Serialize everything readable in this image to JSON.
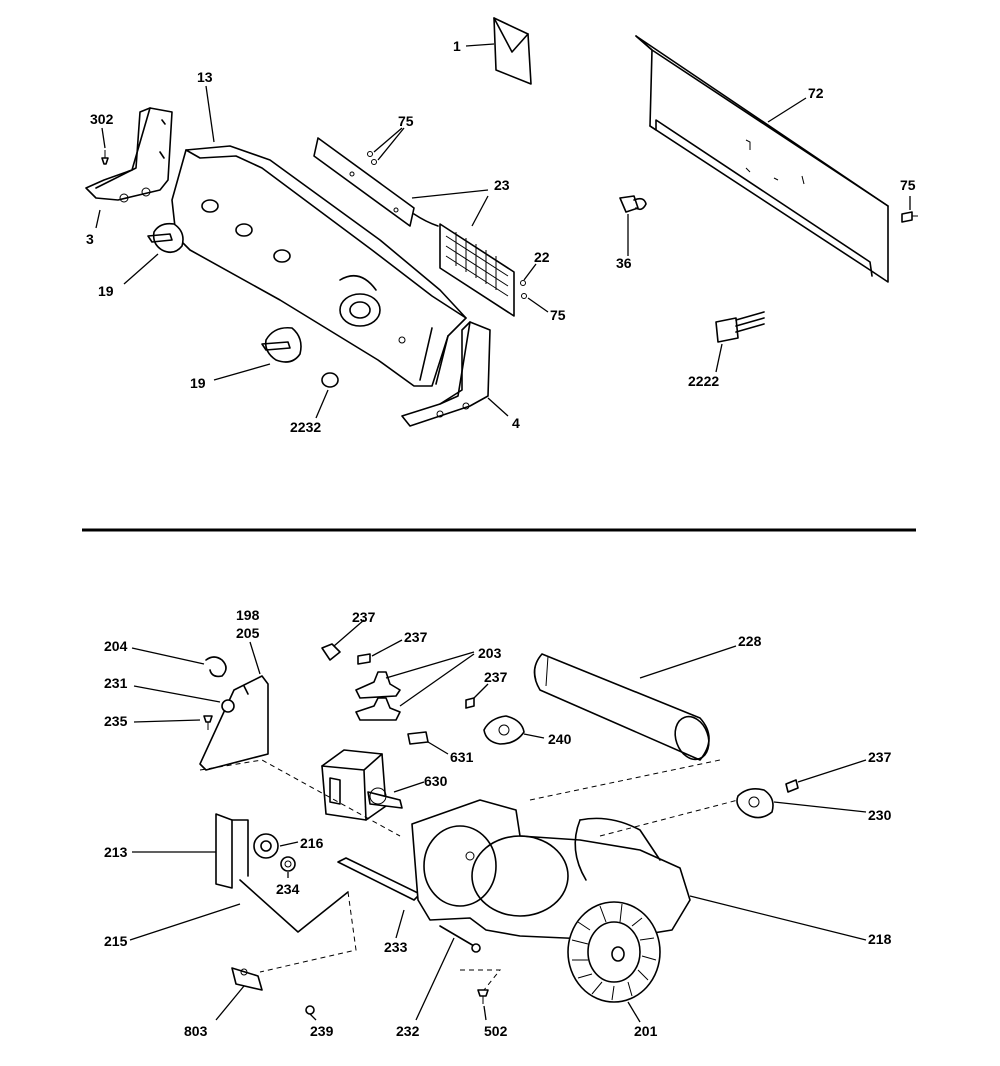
{
  "top_section": {
    "labels": {
      "l1": "1",
      "l13": "13",
      "l302": "302",
      "l3": "3",
      "l19a": "19",
      "l19b": "19",
      "l2232": "2232",
      "l4": "4",
      "l75a": "75",
      "l23": "23",
      "l22": "22",
      "l75b": "75",
      "l72": "72",
      "l75c": "75",
      "l36": "36",
      "l2222": "2222"
    }
  },
  "bottom_section": {
    "labels": {
      "l198": "198",
      "l205": "205",
      "l204": "204",
      "l231": "231",
      "l235": "235",
      "l237a": "237",
      "l237b": "237",
      "l203": "203",
      "l237c": "237",
      "l228": "228",
      "l631": "631",
      "l240": "240",
      "l630": "630",
      "l237d": "237",
      "l230": "230",
      "l213": "213",
      "l216": "216",
      "l234": "234",
      "l215": "215",
      "l233": "233",
      "l218": "218",
      "l803": "803",
      "l239": "239",
      "l232": "232",
      "l502": "502",
      "l201": "201"
    }
  }
}
